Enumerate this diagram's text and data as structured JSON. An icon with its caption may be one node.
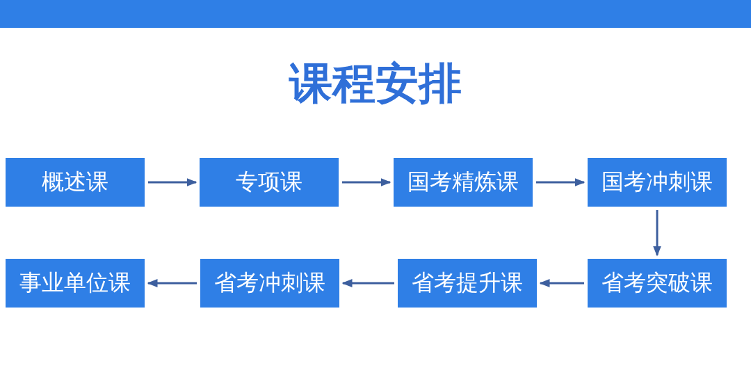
{
  "diagram": {
    "title": "课程安排",
    "nodes": [
      {
        "text": [
          "概述课"
        ]
      },
      {
        "text": [
          "专项课"
        ]
      },
      {
        "text": [
          "国考精炼课"
        ]
      },
      {
        "text": [
          "国考冲刺课"
        ]
      },
      {
        "text": [
          "事业单位课"
        ]
      },
      {
        "text": [
          "省考冲刺课"
        ]
      },
      {
        "text": [
          "省考提升课"
        ]
      },
      {
        "text": [
          "省考突破课"
        ]
      }
    ],
    "edges": [
      {
        "from": 0,
        "to": 1,
        "arrow": "to"
      },
      {
        "from": 1,
        "to": 2,
        "arrow": "to"
      },
      {
        "from": 2,
        "to": 3,
        "arrow": "to"
      },
      {
        "from": 3,
        "to": 7,
        "arrow": "to"
      },
      {
        "from": 7,
        "to": 6,
        "arrow": "to"
      },
      {
        "from": 6,
        "to": 5,
        "arrow": "to"
      },
      {
        "from": 5,
        "to": 4,
        "arrow": "to"
      }
    ]
  }
}
